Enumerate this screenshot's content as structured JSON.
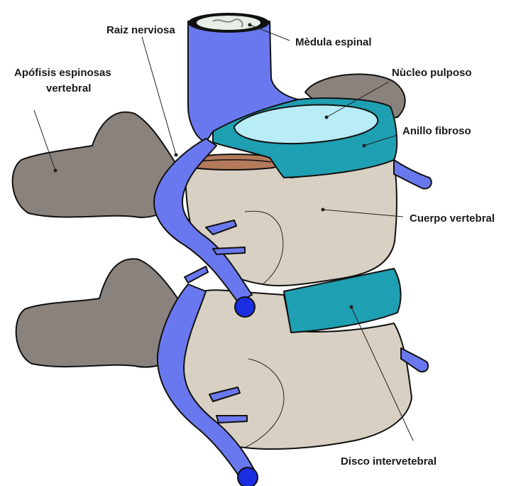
{
  "labels": {
    "medula": "Mèdula espinal",
    "raiz": "Raiz nerviosa",
    "apofisis_line1": "Apófisis espinosas",
    "apofisis_line2": "vertebral",
    "nucleo": "Nùcleo pulposo",
    "anillo": "Anillo fibroso",
    "cuerpo": "Cuerpo vertebral",
    "disco": "Disco intervetebral"
  },
  "colors": {
    "bone": "#d8d0c2",
    "bone_dark": "#8a837d",
    "nerve": "#6a78f0",
    "annulus": "#1f9fb2",
    "nucleus": "#b8ecf7",
    "cord_top": "#e6eee6",
    "cut_surface": "#b47a5c"
  }
}
